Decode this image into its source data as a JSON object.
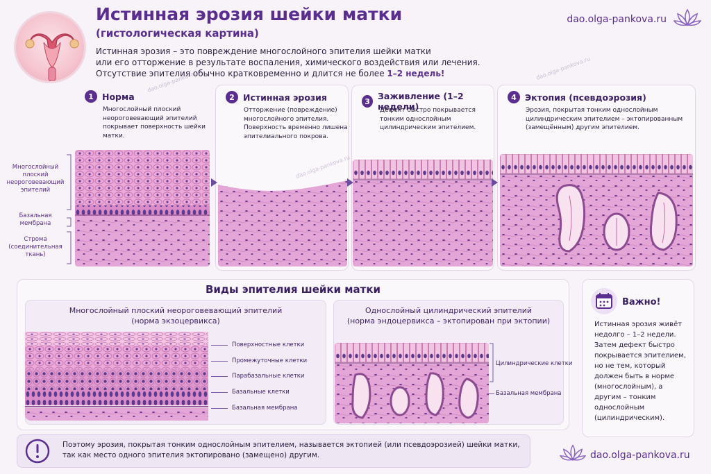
{
  "header": {
    "title": "Истинная эрозия шейки матки",
    "subtitle": "(гистологическая картина)",
    "intro_line1": "Истинная эрозия – это повреждение многослойного эпителия шейки матки",
    "intro_line2": "или его отторжение в результате воспаления, химического воздействия или лечения.",
    "intro_line3_pre": "Отсутствие эпителия обычно кратковременно и длится не более ",
    "intro_line3_bold": "1–2 недель!",
    "site": "dao.olga-pankova.ru"
  },
  "side_labels": {
    "epithelium": "Многослойный плоский неороговевающий эпителий",
    "membrane": "Базальная мембрана",
    "stroma": "Строма (соединительная ткань)"
  },
  "stages": [
    {
      "num": "1",
      "title": "Норма",
      "text": "Многослойный плоский неороговевающий эпителий покрывает поверхность шейки матки."
    },
    {
      "num": "2",
      "title": "Истинная эрозия",
      "text": "Отторжение (повреждение) многослойного эпителия. Поверхность временно лишена эпителиального покрова."
    },
    {
      "num": "3",
      "title": "Заживление (1–2 недели)",
      "text": "Дефект быстро покрывается тонким однослойным цилиндрическим эпителием."
    },
    {
      "num": "4",
      "title": "Эктопия (псевдоэрозия)",
      "text": "Эрозия, покрытая тонким однослойным цилиндрическим эпителием – эктопированным (замещённым) другим эпителием."
    }
  ],
  "types": {
    "title": "Виды эпителия шейки матки",
    "squamous": {
      "title_line1": "Многослойный плоский неороговевающий эпителий",
      "title_line2": "(норма экзоцервикса)",
      "layers": [
        "Поверхностные клетки",
        "Промежуточные клетки",
        "Парабазальные клетки",
        "Базальные клетки",
        "Базальная мембрана"
      ]
    },
    "columnar": {
      "title_line1": "Однослойный цилиндрический эпителий",
      "title_line2": "(норма эндоцервикса – эктопирован при эктопии)",
      "layers": [
        "Цилиндрические клетки",
        "Базальная мембрана"
      ]
    }
  },
  "important": {
    "title": "Важно!",
    "text": "Истинная эрозия живёт недолго – 1–2 недели. Затем дефект быстро покрывается эпителием, но не тем, который должен быть в норме (многослойным), а другим – тонким однослойным (цилиндрическим)."
  },
  "footer": {
    "text": "Поэтому эрозия, покрытая тонким однослойным эпителием, называется эктопией (или псевдоэрозией) шейки матки, так как место одного эпителия эктопировано (замещено) другим.",
    "site": "dao.olga-pankova.ru"
  },
  "watermark": "dao.olga-pankova.ru",
  "colors": {
    "accent": "#5a2d91",
    "tissue_pink": "#e6a8d6",
    "nucleus": "#5c3a8c",
    "cell_border": "#c06ba8"
  },
  "icons": {
    "header": "uterus-illustration",
    "lotus": "lotus-icon",
    "calendar": "calendar-icon",
    "alert": "exclamation-icon"
  }
}
